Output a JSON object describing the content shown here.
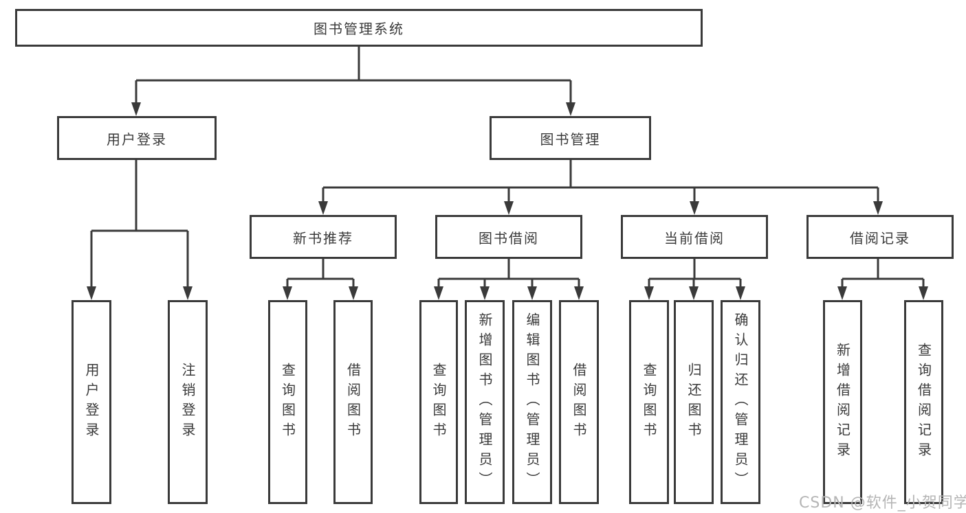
{
  "diagram": {
    "title": "图书管理系统",
    "root": {
      "label": "图书管理系统"
    },
    "level2": {
      "user_login": {
        "label": "用户登录"
      },
      "book_mgmt": {
        "label": "图书管理"
      }
    },
    "level3": {
      "new_book": {
        "label": "新书推荐"
      },
      "book_borrow": {
        "label": "图书借阅"
      },
      "current_borrow": {
        "label": "当前借阅"
      },
      "borrow_record": {
        "label": "借阅记录"
      }
    },
    "leaves": {
      "user_login_1": "用户登录",
      "user_login_2": "注销登录",
      "new_book_1": "查询图书",
      "new_book_2": "借阅图书",
      "book_borrow_1": "查询图书",
      "book_borrow_2": "新增图书（管理员）",
      "book_borrow_3": "编辑图书（管理员）",
      "book_borrow_4": "借阅图书",
      "current_borrow_1": "查询图书",
      "current_borrow_2": "归还图书",
      "current_borrow_3": "确认归还（管理员）",
      "borrow_record_1": "新增借阅记录",
      "borrow_record_2": "查询借阅记录"
    }
  },
  "watermark": {
    "text": "CSDN @软件_小贺同学"
  },
  "colors": {
    "line": "#3a3a3a",
    "text": "#3a3a3a",
    "background": "#ffffff",
    "watermark": "#b5b5b5"
  }
}
